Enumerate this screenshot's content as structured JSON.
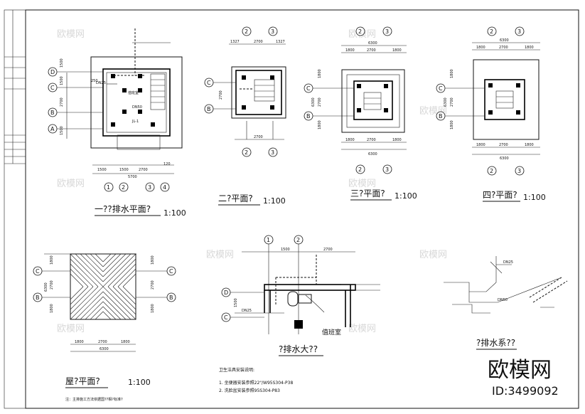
{
  "titles": {
    "plan1": "一??排水平面?",
    "plan2": "二?平面?",
    "plan3": "三?平面?",
    "plan4": "四?平面?",
    "roof": "屋?平面?",
    "detail": "?排水大??",
    "system": "?排水系??"
  },
  "scale": "1:100",
  "axis_labels": {
    "one": "1",
    "two": "2",
    "three": "3",
    "four": "4",
    "a": "A",
    "b": "B",
    "c": "C",
    "d": "D"
  },
  "dims": {
    "d1327": "1327",
    "d2700": "2700",
    "d1800": "1800",
    "d6300": "6300",
    "d1500": "1500",
    "d5700": "5700",
    "d120": "120",
    "d250": "250"
  },
  "plan1_labels": {
    "room": "值班室",
    "pipe": "DN25",
    "riser": "JL-1",
    "inlet": "DN50"
  },
  "detail_labels": {
    "room": "值班室",
    "pipe": "DN25"
  },
  "system_labels": {
    "pipe": "DN25",
    "pipe2": "DN50"
  },
  "notes": {
    "heading": "卫生洁具安装说明:",
    "item1": "1. 坐便器安装参照22\"/W95S304-P38",
    "item2": "2. 洗脸盆安装参照95S304-P83",
    "foot": "注：主排施工方法依据国??相?标准?"
  },
  "brand": {
    "name": "欧模网",
    "id": "ID:3499092",
    "watermark": "欧模网"
  },
  "colors": {
    "line": "#111111",
    "watermark": "#d8d8d8"
  }
}
